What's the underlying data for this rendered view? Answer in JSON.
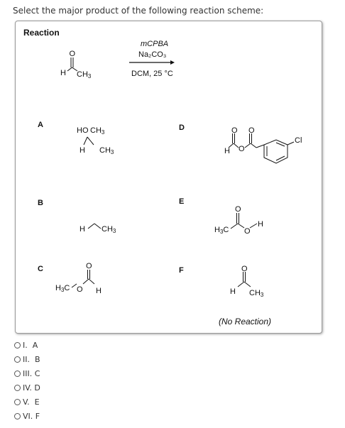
{
  "question": "Select the major product of the following reaction scheme:",
  "panel": {
    "title": "Reaction",
    "reagents": {
      "line1": "mCPBA",
      "line2": "Na₂CO₃",
      "line3": "DCM, 25 °C"
    },
    "labels": {
      "A": "A",
      "B": "B",
      "C": "C",
      "D": "D",
      "E": "E",
      "F": "F"
    },
    "no_reaction": "(No Reaction)"
  },
  "options": [
    {
      "label": "I.  A"
    },
    {
      "label": "II.  B"
    },
    {
      "label": "III. C"
    },
    {
      "label": "IV. D"
    },
    {
      "label": "V.  E"
    },
    {
      "label": "VI. F"
    }
  ]
}
